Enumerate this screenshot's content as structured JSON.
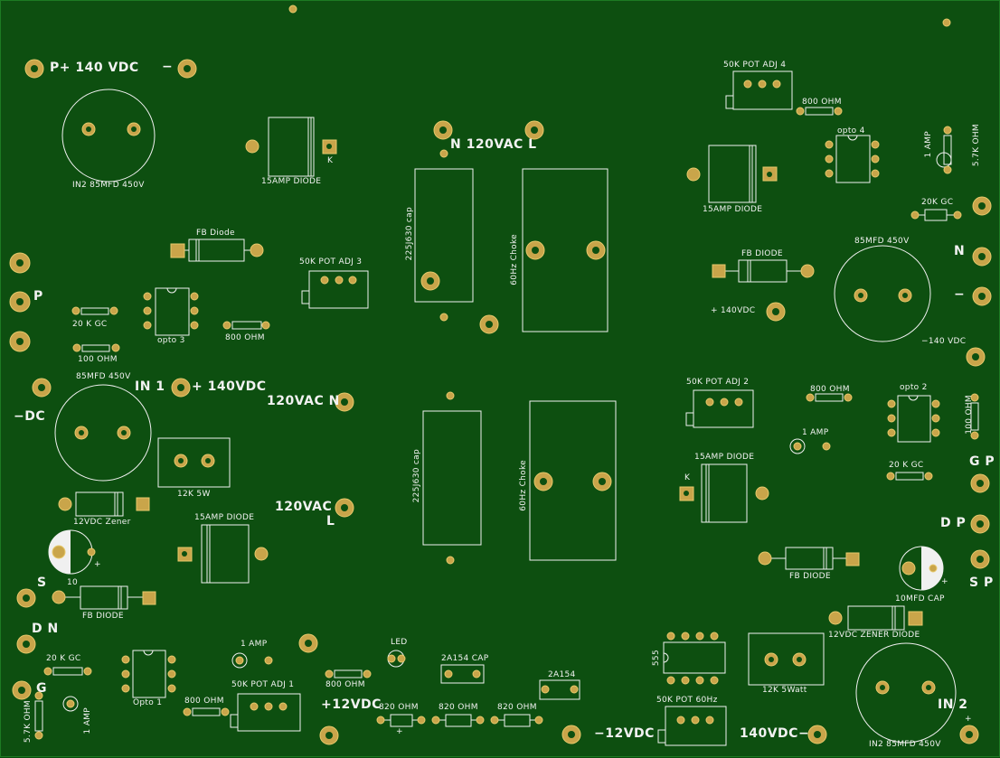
{
  "labels": {
    "p140_top": "P+ 140 VDC",
    "minus_top": "−",
    "in2_top": "IN2 85MFD 450V",
    "diode_15a_1": "15AMP DIODE",
    "k_1": "K",
    "n120_top": "N 120VAC L",
    "cap_225_top": "225J630 cap",
    "choke_top": "60Hz Choke",
    "pot_adj4": "50K POT ADJ 4",
    "ohm800_r": "800 OHM",
    "opto4": "opto 4",
    "amp1_r": "1 AMP",
    "ohm57k_r": "5.7K OHM",
    "diode_15a_4": "15AMP DIODE",
    "gc20k_r": "20K GC",
    "mfd85_r": "85MFD 450V",
    "n_r": "N",
    "minus_r": "−",
    "fb_diode_tr": "FB DIODE",
    "p140_r": "+ 140VDC",
    "m140_r": "−140 VDC",
    "fb_diode_tl": "FB Diode",
    "pot_adj3": "50K POT ADJ 3",
    "p_l": "P",
    "gc20k_l": "20 K GC",
    "opto3": "opto 3",
    "ohm800_l": "800 OHM",
    "ohm100_l": "100 OHM",
    "mfd85_l": "85MFD 450V",
    "in1": "IN 1",
    "p140_l": "+ 140VDC",
    "ac120n": "120VAC N",
    "mdc": "−DC",
    "w5_12k": "12K 5W",
    "zener_l": "12VDC Zener",
    "ac120l_a": "120VAC",
    "ac120l_b": "L",
    "diode_15a_2": "15AMP DIODE",
    "cap_225_bot": "225J630 cap",
    "choke_bot": "60Hz Choke",
    "pot_adj2": "50K POT ADJ 2",
    "ohm800_r2": "800 OHM",
    "opto2": "opto 2",
    "ohm100_r": "100 OHM",
    "amp1_m": "1 AMP",
    "diode_15a_3": "15AMP DIODE",
    "k_3": "K",
    "gc20k_r2": "20 K GC",
    "gp": "G P",
    "dp": "D P",
    "sp": "S P",
    "mfd10_r": "10MFD CAP",
    "fb_diode_br": "FB DIODE",
    "zener_r": "12VDC ZENER DIODE",
    "s_l": "S",
    "ten": "10",
    "plus_c10": "+",
    "plus_c10r": "+",
    "fb_diode_bl": "FB DIODE",
    "d_n": "D N",
    "g": "G",
    "gc20k_bl": "20 K GC",
    "ohm57k_bl": "5.7K OHM",
    "amp1_bl": "1 AMP",
    "opto1": "Opto 1",
    "ohm800_b": "800 OHM",
    "amp1_b": "1 AMP",
    "pot_adj1": "50K POT ADJ 1",
    "ohm800_b2": "800 OHM",
    "led": "LED",
    "v12p": "+12VDC",
    "ohm820_1": "820 OHM",
    "ohm820_2": "820 OHM",
    "ohm820_3": "820 OHM",
    "plus_820": "+",
    "cap2a154": "2A154 CAP",
    "r2a154": "2A154",
    "ic555": "555",
    "pot60hz": "50K POT 60Hz",
    "v12m": "−12VDC",
    "v140m": "140VDC−",
    "w5_12k_b": "12K 5Watt",
    "in2_b": "IN 2",
    "in2_bcap": "IN2 85MFD 450V",
    "plus_in2": "+"
  },
  "colors": {
    "board": "#0d4f10",
    "pad": "#c9a54a",
    "silk": "#f2f2f2"
  }
}
